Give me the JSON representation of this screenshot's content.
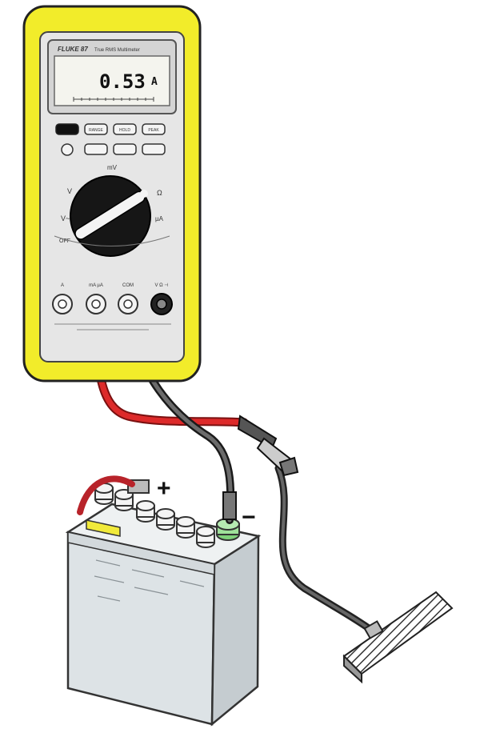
{
  "meter": {
    "brand": "FLUKE 87",
    "model_caption": "True RMS Multimeter",
    "display": {
      "reading": "0.53",
      "unit": "A"
    },
    "dial_labels": {
      "top": "mV",
      "left_upper": "V",
      "left_lower": "V~",
      "right_upper": "Ω",
      "right_lower": "µA",
      "bottom_left": "OFF"
    },
    "jacks": [
      "A",
      "mA µA",
      "COM",
      "V Ω ⊣"
    ],
    "button_labels": [
      "",
      "RANGE",
      "HOLD",
      "PEAK"
    ]
  },
  "battery": {
    "positive_sign": "+",
    "negative_sign": "−"
  },
  "colors": {
    "meter_body": "#f2ec2a",
    "meter_face": "#e4e4e4",
    "red_lead": "#cc2222",
    "black_lead": "#444444",
    "battery_case": "#dfe5e8",
    "label_strip": "#f1ea3a"
  }
}
